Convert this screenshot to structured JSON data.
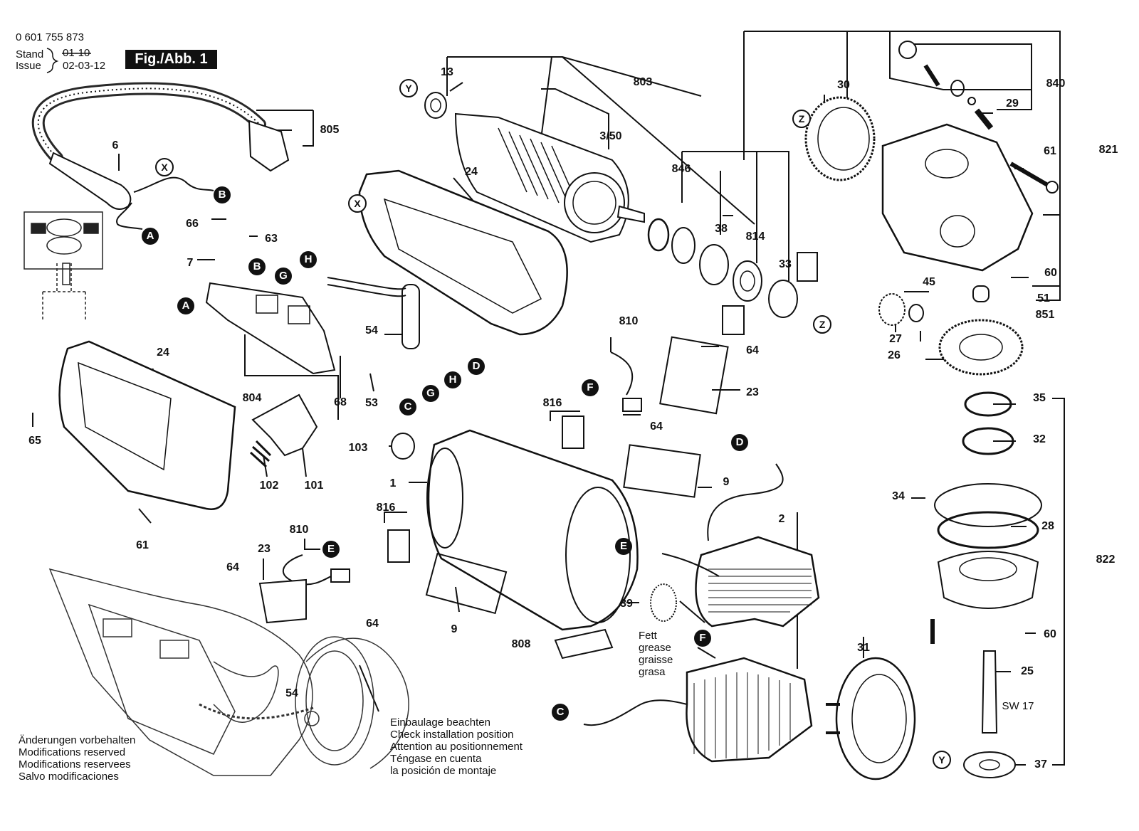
{
  "header": {
    "doc_number": "0 601 755 873",
    "stand_label": "Stand",
    "issue_label": "Issue",
    "stand_value": "01-10",
    "issue_value": "02-03-12",
    "fig_label": "Fig./Abb. 1"
  },
  "part_numbers": {
    "p13": "13",
    "p803": "803",
    "p350": "3/50",
    "p24a": "24",
    "p846": "846",
    "p38": "38",
    "p814": "814",
    "p33": "33",
    "p30": "30",
    "p840": "840",
    "p29": "29",
    "p821": "821",
    "p61a": "61",
    "p60a": "60",
    "p51": "51",
    "p851": "851",
    "p45": "45",
    "p27": "27",
    "p26": "26",
    "p35": "35",
    "p32": "32",
    "p34": "34",
    "p28": "28",
    "p822": "822",
    "p60b": "60",
    "p25": "25",
    "p37": "37",
    "p805": "805",
    "p6": "6",
    "p66": "66",
    "p63": "63",
    "p7": "7",
    "p54a": "54",
    "p804": "804",
    "p68": "68",
    "p53": "53",
    "p24b": "24",
    "p65": "65",
    "p102": "102",
    "p101": "101",
    "p61b": "61",
    "p810a": "810",
    "p816a": "816",
    "p64a": "64",
    "p23a": "23",
    "p64b": "64",
    "p103": "103",
    "p1": "1",
    "p9a": "9",
    "p816b": "816",
    "p810b": "810",
    "p23b": "23",
    "p64c": "64",
    "p64d": "64",
    "p9b": "9",
    "p808": "808",
    "p39": "39",
    "p2": "2",
    "p31": "31",
    "p54b": "54"
  },
  "sw_label": "SW 17",
  "callouts": {
    "c_y1": "Y",
    "c_x1": "X",
    "c_b1": "B",
    "c_a1": "A",
    "c_b2": "B",
    "c_h1": "H",
    "c_g1": "G",
    "c_a2": "A",
    "c_d1": "D",
    "c_h2": "H",
    "c_g2": "G",
    "c_c1": "C",
    "c_x2": "X",
    "c_z1": "Z",
    "c_z2": "Z",
    "c_f1": "F",
    "c_d2": "D",
    "c_e1": "E",
    "c_e2": "E",
    "c_f2": "F",
    "c_c2": "C",
    "c_y2": "Y"
  },
  "grease_note": [
    "Fett",
    "grease",
    "graisse",
    "grasa"
  ],
  "install_note": [
    "Einbaulage beachten",
    "Check installation position",
    "Attention au positionnement",
    "Téngase en cuenta",
    "la posición de montaje"
  ],
  "modifications_note": [
    "Änderungen vorbehalten",
    "Modifications reserved",
    "Modifications reservees",
    "Salvo modificaciones"
  ]
}
